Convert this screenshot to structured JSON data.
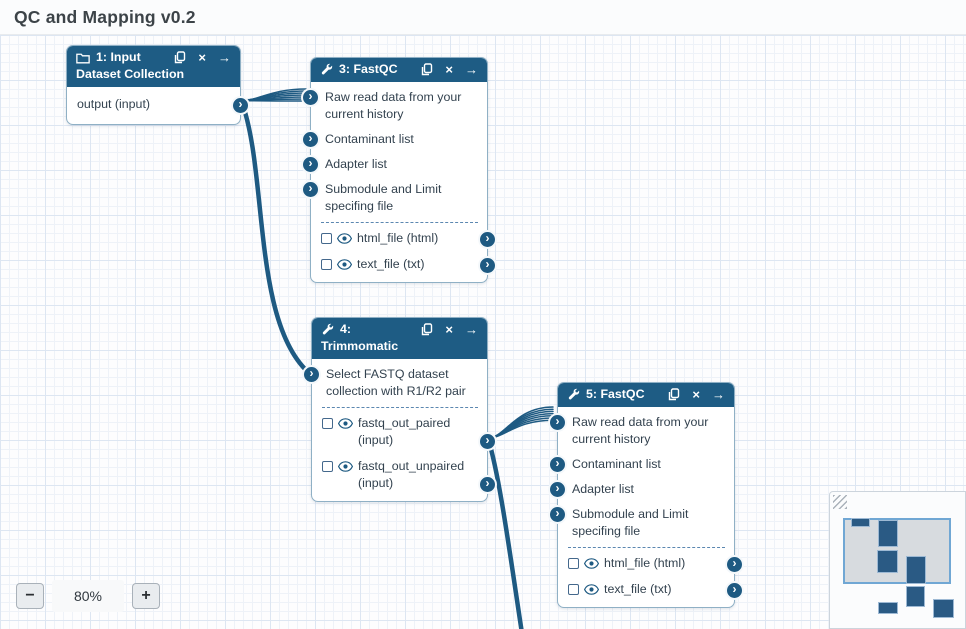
{
  "app": {
    "title": "QC and Mapping v0.2"
  },
  "colors": {
    "node_header": "#1e5c84",
    "edge": "#1e5a82",
    "node_border": "#8fb0c5",
    "minimap_node": "#2a5a84",
    "minimap_viewport_border": "#70a7d4"
  },
  "icons": {
    "collection": "folder",
    "tool": "wrench",
    "duplicate": "copy",
    "remove_glyph": "×",
    "open_glyph": "→",
    "connector_glyph": "›",
    "output_visibility": "eye"
  },
  "nodes": [
    {
      "key": "input-dataset-collection-1",
      "type": "collection",
      "title_lines": [
        "1: Input",
        "Dataset Collection"
      ],
      "inputs": [],
      "outputs": [
        {
          "label": "output (input)"
        }
      ]
    },
    {
      "key": "fastqc-3",
      "type": "tool",
      "title_lines": [
        "3: FastQC"
      ],
      "inputs": [
        "Raw read data from your current history",
        "Contaminant list",
        "Adapter list",
        "Submodule and Limit specifing file"
      ],
      "outputs": [
        {
          "label": "html_file (html)"
        },
        {
          "label": "text_file (txt)"
        }
      ]
    },
    {
      "key": "trimmomatic-4",
      "type": "tool",
      "title_lines": [
        "4:",
        "Trimmomatic"
      ],
      "inputs": [
        "Select FASTQ dataset collection with R1/R2 pair"
      ],
      "outputs": [
        {
          "label": "fastq_out_paired (input)"
        },
        {
          "label": "fastq_out_unpaired (input)"
        }
      ]
    },
    {
      "key": "fastqc-5",
      "type": "tool",
      "title_lines": [
        "5: FastQC"
      ],
      "inputs": [
        "Raw read data from your current history",
        "Contaminant list",
        "Adapter list",
        "Submodule and Limit specifing file"
      ],
      "outputs": [
        {
          "label": "html_file (html)"
        },
        {
          "label": "text_file (txt)"
        }
      ]
    }
  ],
  "zoom_toolbar": {
    "zoom_out": "−",
    "level": "80%",
    "zoom_in": "+"
  }
}
